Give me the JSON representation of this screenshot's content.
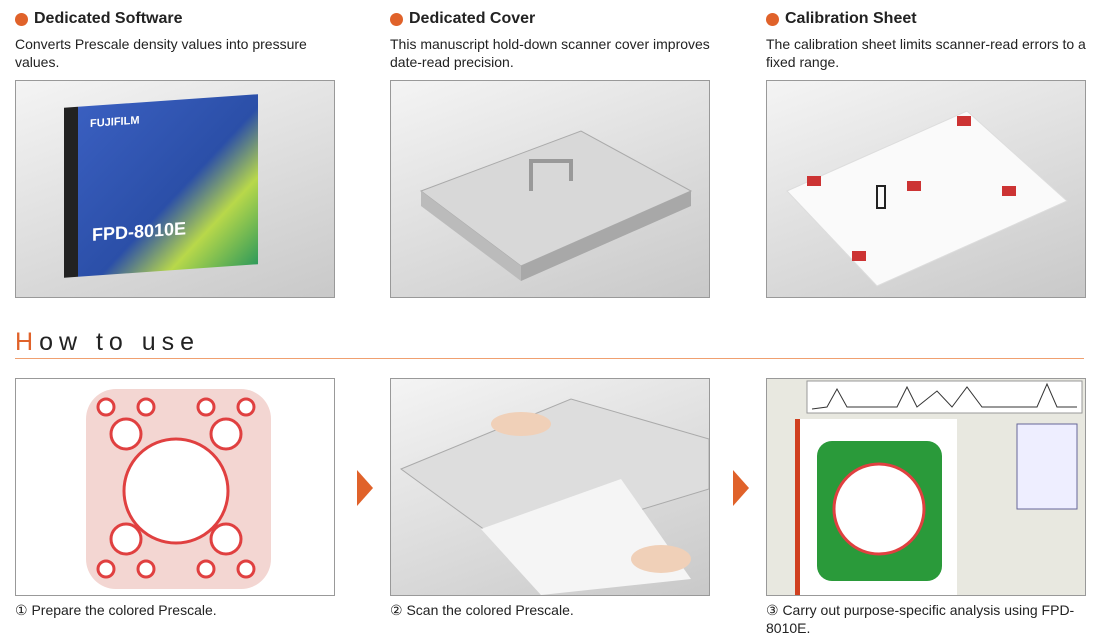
{
  "features": [
    {
      "title": "Dedicated Software",
      "description": "Converts Prescale density values into pressure values.",
      "image_label": "FPD-8010E",
      "brand": "FUJIFILM"
    },
    {
      "title": "Dedicated Cover",
      "description": "This manuscript hold-down scanner cover improves date-read precision."
    },
    {
      "title": "Calibration Sheet",
      "description": "The calibration sheet limits scanner-read errors to a fixed range."
    }
  ],
  "how_to_use": {
    "first_letter": "H",
    "rest": "ow to use"
  },
  "steps": [
    {
      "caption": "① Prepare the colored Prescale."
    },
    {
      "caption": "② Scan the colored Prescale."
    },
    {
      "caption": "③ Carry out purpose-specific analysis using FPD-8010E."
    }
  ],
  "colors": {
    "accent": "#e0622a"
  }
}
